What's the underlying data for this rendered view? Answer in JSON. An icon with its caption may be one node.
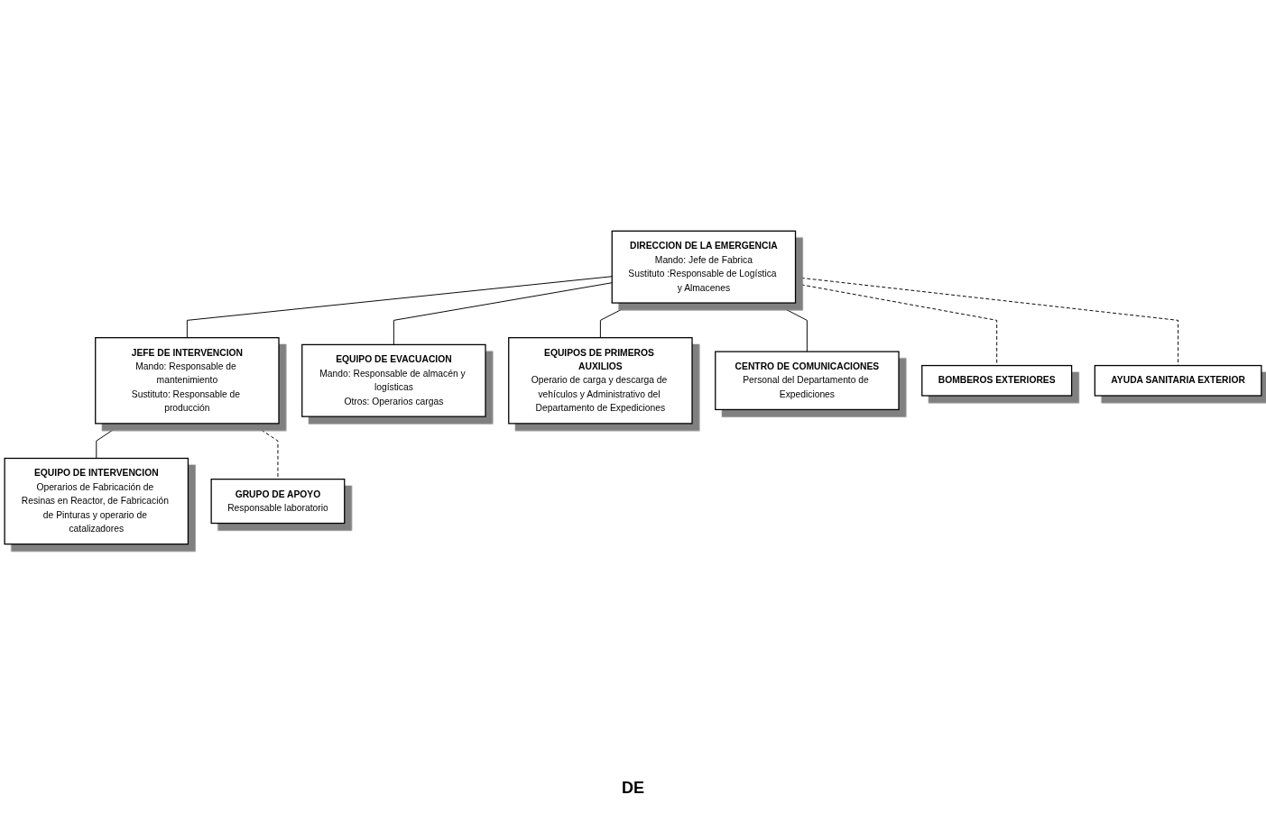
{
  "diagram": {
    "nodes": [
      {
        "text": [
          "DIRECCION DE LA EMERGENCIA",
          "Mando: Jefe de Fabrica",
          "Sustituto :Responsable de Logística y Almacenes"
        ]
      },
      {
        "text": [
          "JEFE DE INTERVENCION",
          "Mando: Responsable de mantenimiento",
          "Sustituto: Responsable de producción"
        ]
      },
      {
        "text": [
          "EQUIPO DE EVACUACION",
          "Mando: Responsable de almacén y logísticas",
          "Otros: Operarios cargas"
        ]
      },
      {
        "text": [
          "EQUIPOS DE PRIMEROS AUXILIOS",
          "Operario de carga y descarga de vehículos y Administrativo del Departamento de Expediciones"
        ]
      },
      {
        "text": [
          "CENTRO DE COMUNICACIONES",
          "Personal del Departamento de Expediciones"
        ]
      },
      {
        "text": [
          "EQUIPO DE INTERVENCION",
          "Operarios de Fabricación de Resinas en Reactor, de Fabricación de Pinturas y operario de catalizadores"
        ]
      },
      {
        "text": [
          "GRUPO DE APOYO",
          "Responsable laboratorio"
        ]
      },
      {
        "text": [
          "BOMBEROS EXTERIORES"
        ]
      },
      {
        "text": [
          "AYUDA SANITARIA EXTERIOR"
        ]
      }
    ],
    "edges": [
      {
        "from": 0,
        "to": 1,
        "arrow": "none"
      },
      {
        "from": 0,
        "to": 2,
        "arrow": "none"
      },
      {
        "from": 0,
        "to": 3,
        "arrow": "none"
      },
      {
        "from": 0,
        "to": 4,
        "arrow": "none"
      },
      {
        "from": 1,
        "to": 5,
        "arrow": "none"
      },
      {
        "from": 1,
        "to": 6,
        "arrow": "none",
        "style": "dashed"
      },
      {
        "from": 0,
        "to": 7,
        "arrow": "none",
        "style": "dashed"
      },
      {
        "from": 0,
        "to": 8,
        "arrow": "none",
        "style": "dashed"
      }
    ],
    "labels": [
      "DE"
    ]
  }
}
